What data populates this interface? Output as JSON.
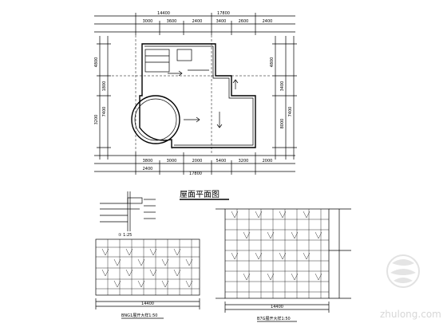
{
  "drawing": {
    "roof_plan_title": "屋面平面图",
    "detail_note": "① 1:25",
    "elevation_left_title": "BNG1展开大样1:50",
    "elevation_right_title": "B7G展开大样1:50",
    "left_width_dim": "14400",
    "right_width_dim": "14400",
    "top_dims": [
      "14400",
      "17800",
      "3000",
      "3600",
      "2400",
      "3400",
      "2600",
      "2400"
    ],
    "bottom_dims": [
      "17800",
      "3800",
      "3000",
      "2000",
      "5400",
      "3200",
      "2000",
      "2400"
    ],
    "left_dims": [
      "4800",
      "7400",
      "1800",
      "3200"
    ],
    "right_dims": [
      "4800",
      "3400",
      "7400",
      "8000"
    ]
  },
  "watermark": {
    "text": "zhulong.com"
  }
}
